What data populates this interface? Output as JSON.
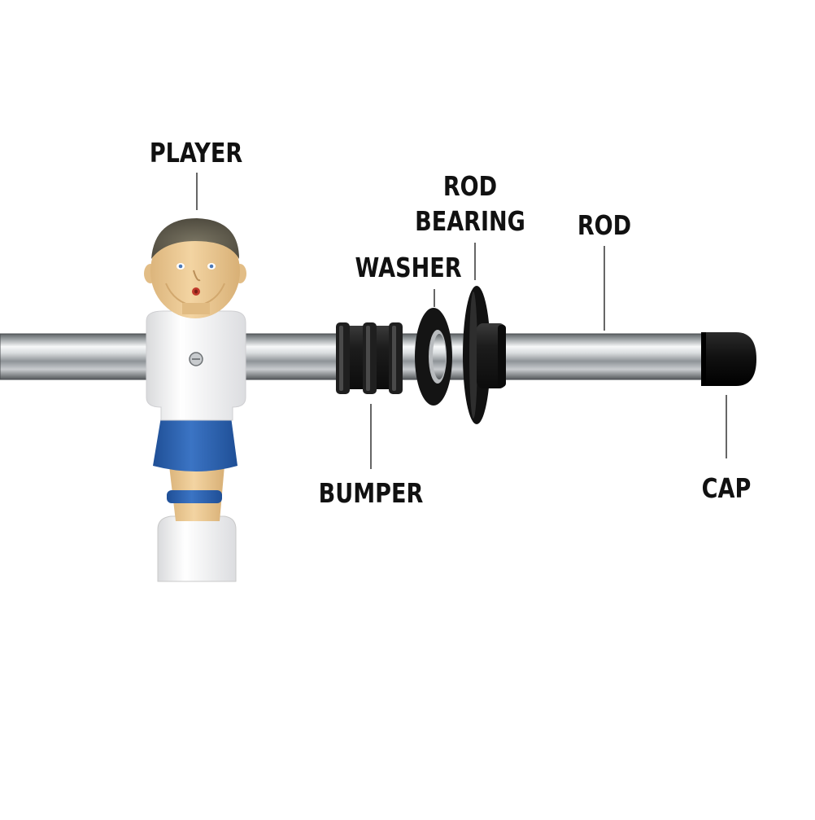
{
  "labels": {
    "player": "PLAYER",
    "rod_bearing_line1": "ROD",
    "rod_bearing_line2": "BEARING",
    "washer": "WASHER",
    "rod": "ROD",
    "bumper": "BUMPER",
    "cap": "CAP"
  },
  "colors": {
    "background": "#ffffff",
    "label_text": "#111111",
    "leader_line": "#666666",
    "rod_chrome": "#c9cccf",
    "rubber_black": "#1a1a1a",
    "player_shirt": "#f4f4f4",
    "player_shorts": "#2f66b3",
    "player_skin": "#ecc994",
    "player_hair": "#6b6656"
  }
}
